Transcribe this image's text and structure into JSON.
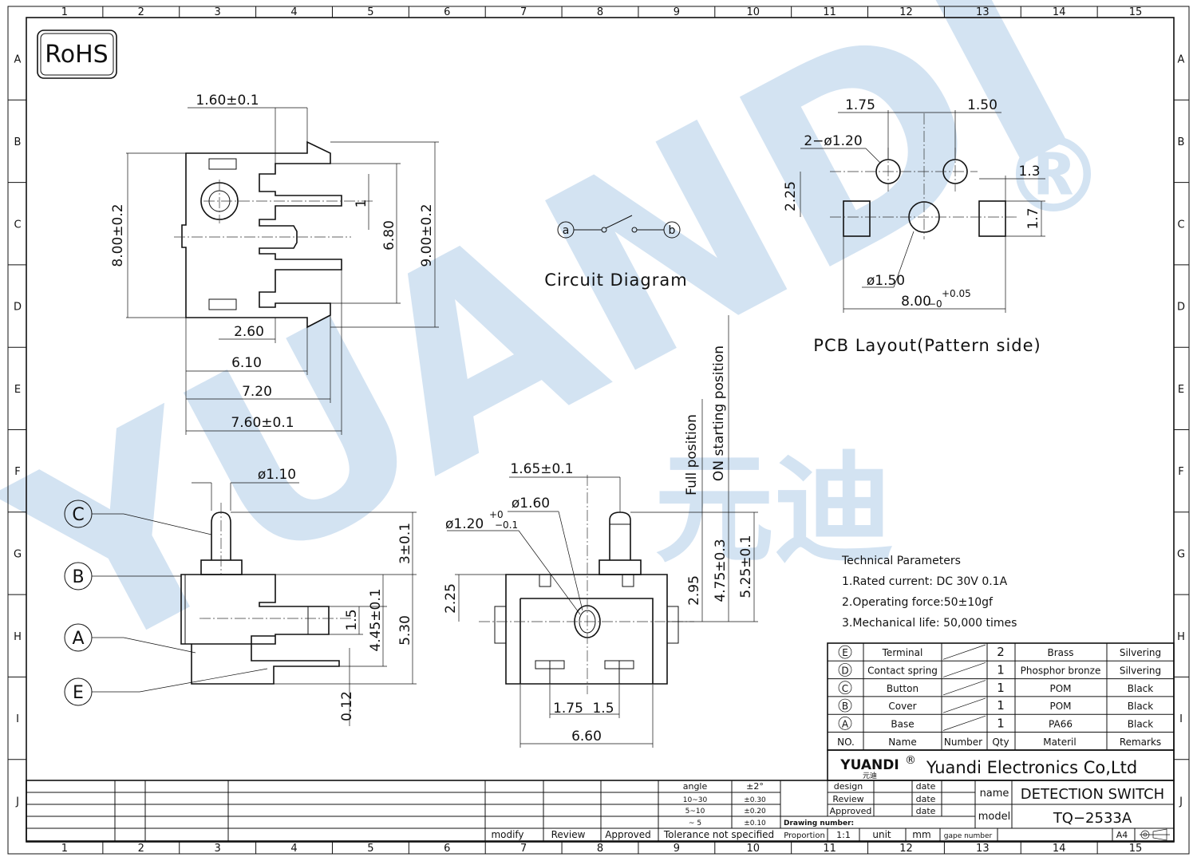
{
  "border": {
    "columns": [
      "1",
      "2",
      "3",
      "4",
      "5",
      "6",
      "7",
      "8",
      "9",
      "10",
      "11",
      "12",
      "13",
      "14",
      "15"
    ],
    "rows": [
      "A",
      "B",
      "C",
      "D",
      "E",
      "F",
      "G",
      "H",
      "I",
      "J"
    ]
  },
  "rohs": "RoHS",
  "watermark": {
    "text": "YUANDI",
    "chinese": "元迪",
    "mark": "®",
    "color": "#cfe0f1"
  },
  "top_view": {
    "dims": [
      "1.60±0.1",
      "8.00±0.2",
      "9.00±0.2",
      "6.80",
      "1",
      "2.60",
      "6.10",
      "7.20",
      "7.60±0.1"
    ]
  },
  "circuit": {
    "title": "Circuit Diagram",
    "a": "a",
    "b": "b"
  },
  "pcb": {
    "title": "PCB Layout(Pattern side)",
    "dims": {
      "d175": "1.75",
      "d150": "1.50",
      "holes": "2−ø1.20",
      "d225": "2.25",
      "d13": "1.3",
      "d17": "1.7",
      "dia150": "ø1.50",
      "w800": "8.00",
      "tol_up": "+0.05",
      "tol_dn": "−0"
    }
  },
  "side_view": {
    "labels": [
      "C",
      "B",
      "A",
      "E"
    ],
    "dims": {
      "pin": "ø1.10",
      "h3": "3±0.1",
      "h15": "1.5",
      "h445": "4.45±0.1",
      "h530": "5.30",
      "t012": "0.12"
    }
  },
  "front_view": {
    "dims": {
      "d165": "1.65±0.1",
      "dia160": "ø1.60",
      "dia120": "ø1.20",
      "tol_up": "+0",
      "tol_dn": "−0.1",
      "h225": "2.25",
      "h295": "2.95",
      "h475": "4.75±0.3",
      "h525": "5.25±0.1",
      "w175": "1.75",
      "w15": "1.5",
      "w660": "6.60"
    },
    "positions": {
      "full": "Full position",
      "on": "ON starting position"
    }
  },
  "tech": {
    "title": "Technical Parameters",
    "items": [
      "1.Rated current: DC 30V 0.1A",
      "2.Operating force:50±10gf",
      "3.Mechanical life: 50,000 times"
    ]
  },
  "bom": {
    "rows": [
      {
        "no": "E",
        "name": "Terminal",
        "qty": "2",
        "material": "Brass",
        "remarks": "Silvering"
      },
      {
        "no": "D",
        "name": "Contact spring",
        "qty": "1",
        "material": "Phosphor bronze",
        "remarks": "Silvering"
      },
      {
        "no": "C",
        "name": "Button",
        "qty": "1",
        "material": "POM",
        "remarks": "Black"
      },
      {
        "no": "B",
        "name": "Cover",
        "qty": "1",
        "material": "POM",
        "remarks": "Black"
      },
      {
        "no": "A",
        "name": "Base",
        "qty": "1",
        "material": "PA66",
        "remarks": "Black"
      }
    ],
    "header": {
      "no": "NO.",
      "name": "Name",
      "number": "Number",
      "qty": "Qty",
      "material": "Materil",
      "remarks": "Remarks"
    }
  },
  "title_block": {
    "logo": "YUANDI",
    "logo_cn": "元迪",
    "reg": "®",
    "company": "Yuandi Electronics Co,Ltd",
    "design": "design",
    "review": "Review",
    "approved": "Approved",
    "date": "date",
    "name_label": "name",
    "name_value": "DETECTION SWITCH",
    "model_label": "model",
    "model_value": "TQ−2533A",
    "drawing_number": "Drawing number:",
    "proportion": "Proportion",
    "scale": "1:1",
    "unit": "unit",
    "unit_value": "mm",
    "gape_number": "gape number",
    "sheet": "A4",
    "tolerance": {
      "header": [
        "angle",
        "±2°"
      ],
      "rows": [
        [
          "10~30",
          "±0.30"
        ],
        [
          "5~10",
          "±0.20"
        ],
        [
          "~ 5",
          "±0.10"
        ]
      ],
      "caption": "Tolerance not specified"
    },
    "revision": {
      "modify": "modify",
      "review": "Review",
      "approved": "Approved"
    }
  }
}
